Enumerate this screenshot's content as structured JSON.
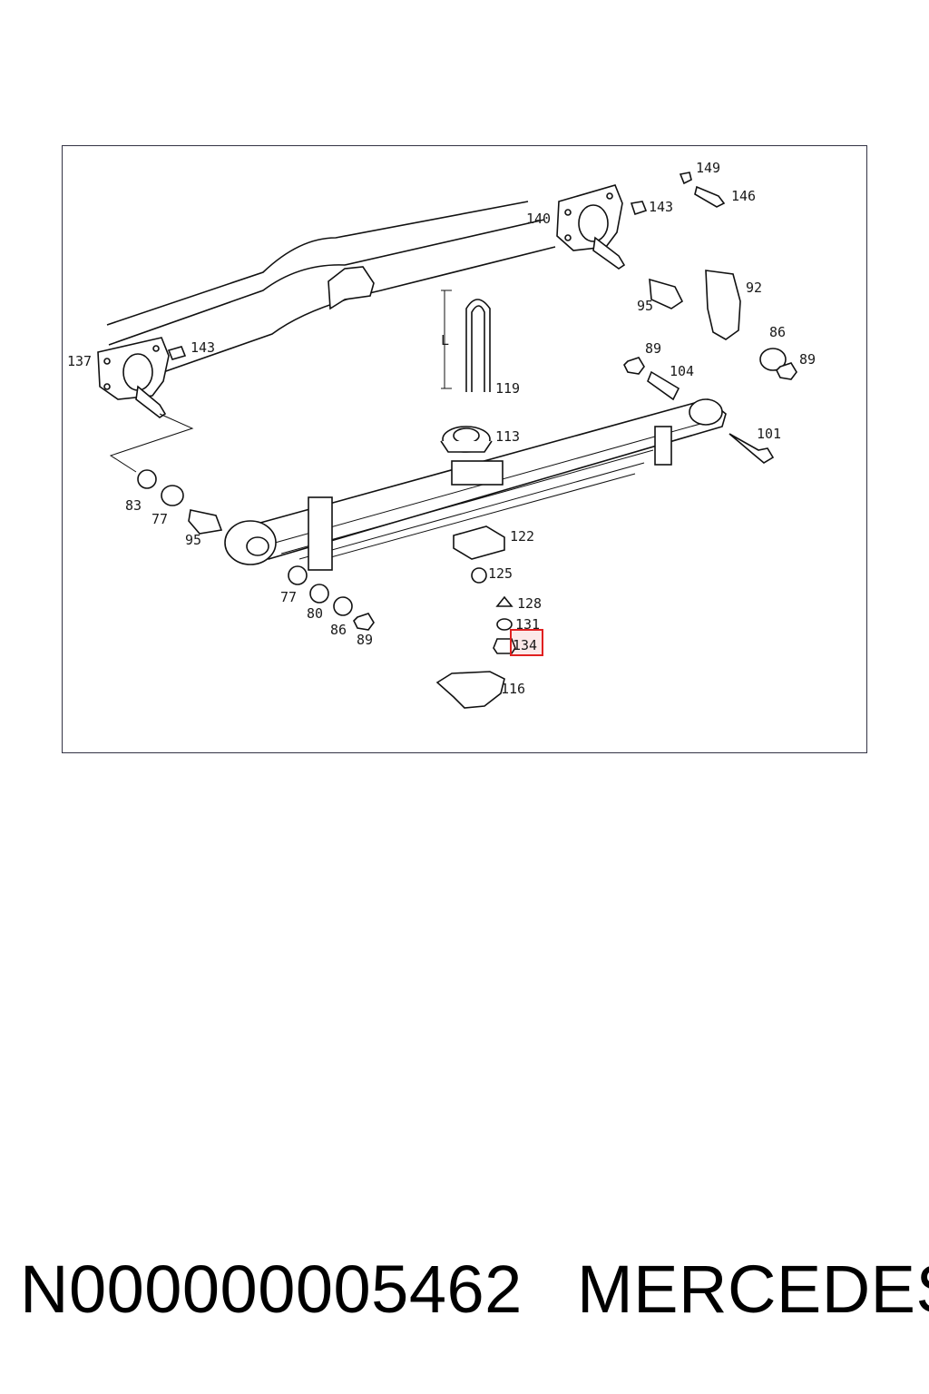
{
  "diagram": {
    "highlighted_callout": "134",
    "highlight_color": "#e02020",
    "callouts": {
      "c149": "149",
      "c146": "146",
      "c143a": "143",
      "c140": "140",
      "c95a": "95",
      "c92": "92",
      "c86a": "86",
      "c89a": "89",
      "c89b": "89",
      "c104": "104",
      "c137": "137",
      "c143b": "143",
      "c119": "119",
      "cL": "L",
      "c113": "113",
      "c101": "101",
      "c83": "83",
      "c77a": "77",
      "c95b": "95",
      "c122": "122",
      "c125": "125",
      "c77b": "77",
      "c80": "80",
      "c86b": "86",
      "c89c": "89",
      "c128": "128",
      "c131": "131",
      "c134": "134",
      "c116": "116"
    }
  },
  "footer": {
    "part_number": "N000000005462",
    "brand": "MERCEDES"
  }
}
